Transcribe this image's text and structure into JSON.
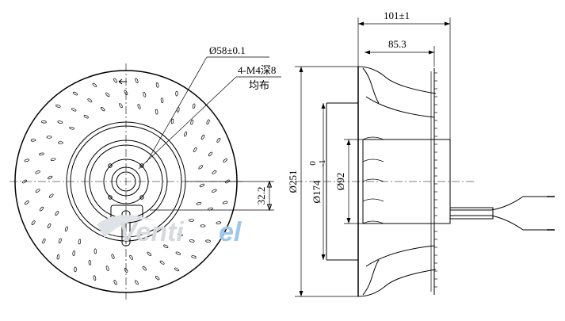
{
  "front_view": {
    "hub_diameter_label": "Ø58±0.1",
    "thread_label": "4-M4深8",
    "thread_label_2": "均布",
    "offset_label": "32.2"
  },
  "side_view": {
    "overall_width_label": "101±1",
    "body_width_label": "85.3",
    "outer_diameter_label": "Ø251",
    "ring_diameter_label": "Ø174",
    "ring_tol_upper": "0",
    "ring_tol_lower": "-1",
    "motor_diameter_label": "Ø92"
  },
  "watermark": {
    "part1": "Venti",
    "part2": "el",
    "color1": "#d6d9dd",
    "color2": "#9ec7ea"
  }
}
